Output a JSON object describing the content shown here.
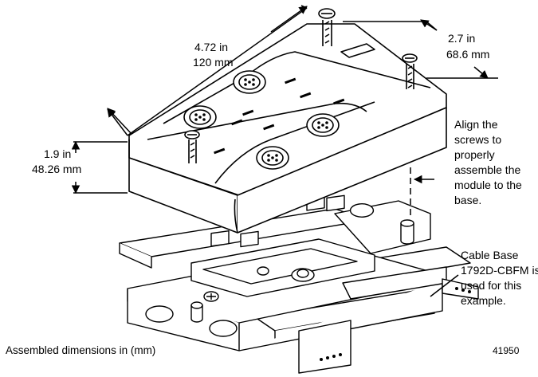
{
  "dimensions": {
    "length_in": "4.72 in",
    "length_mm": "120 mm",
    "width_in": "2.7 in",
    "width_mm": "68.6 mm",
    "height_in": "1.9 in",
    "height_mm": "48.26 mm"
  },
  "callouts": {
    "align_note": [
      "Align the",
      "screws to",
      "properly",
      "assemble the",
      "module to the",
      "base."
    ],
    "cable_base_note": [
      "Cable Base",
      "1792D-CBFM is",
      "used for this",
      "example."
    ]
  },
  "caption": "Assembled dimensions in (mm)",
  "figure_number": "41950"
}
